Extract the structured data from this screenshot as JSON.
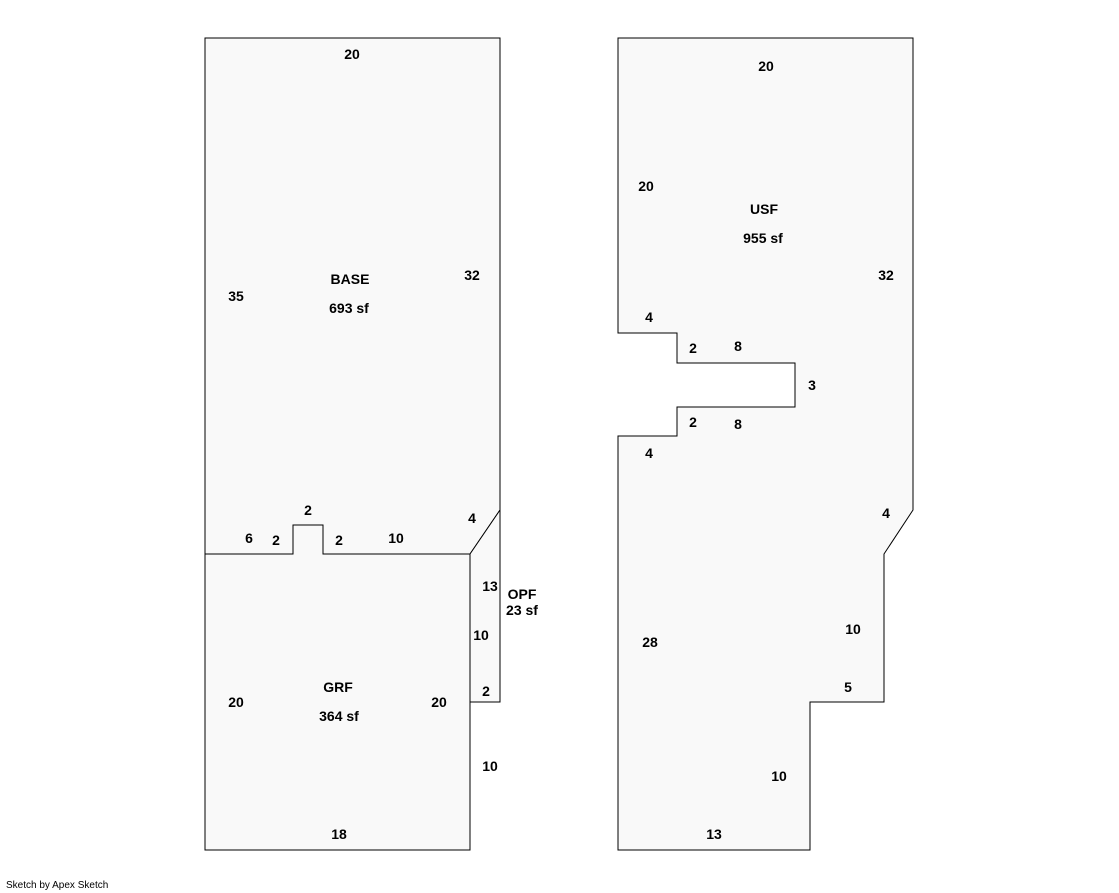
{
  "credit": "Sketch by Apex Sketch",
  "colors": {
    "fill": "#f9f9f9",
    "stroke": "#000000",
    "text": "#000000"
  },
  "areas": {
    "base": {
      "name": "BASE",
      "size": "693 sf"
    },
    "grf": {
      "name": "GRF",
      "size": "364 sf"
    },
    "opf": {
      "name": "OPF",
      "size": "23 sf"
    },
    "usf": {
      "name": "USF",
      "size": "955 sf"
    }
  },
  "dimensions": {
    "base_top": "20",
    "base_left": "35",
    "base_right": "32",
    "base_bottom_6": "6",
    "base_notch_left": "2",
    "base_notch_top": "2",
    "base_notch_right": "2",
    "base_bottom_10": "10",
    "base_diag": "4",
    "opf_13": "13",
    "opf_10": "10",
    "opf_2": "2",
    "grf_left": "20",
    "grf_right": "20",
    "grf_lower_10": "10",
    "grf_bottom": "18",
    "usf_top": "20",
    "usf_left_upper": "20",
    "usf_right": "32",
    "usf_step_4_top": "4",
    "usf_step_2_top": "2",
    "usf_step_8_top": "8",
    "usf_step_3": "3",
    "usf_step_2_bottom": "2",
    "usf_step_8_bottom": "8",
    "usf_step_4_bottom": "4",
    "usf_diag": "4",
    "usf_left_lower": "28",
    "usf_right_10": "10",
    "usf_step_5": "5",
    "usf_lower_10": "10",
    "usf_bottom": "13"
  }
}
